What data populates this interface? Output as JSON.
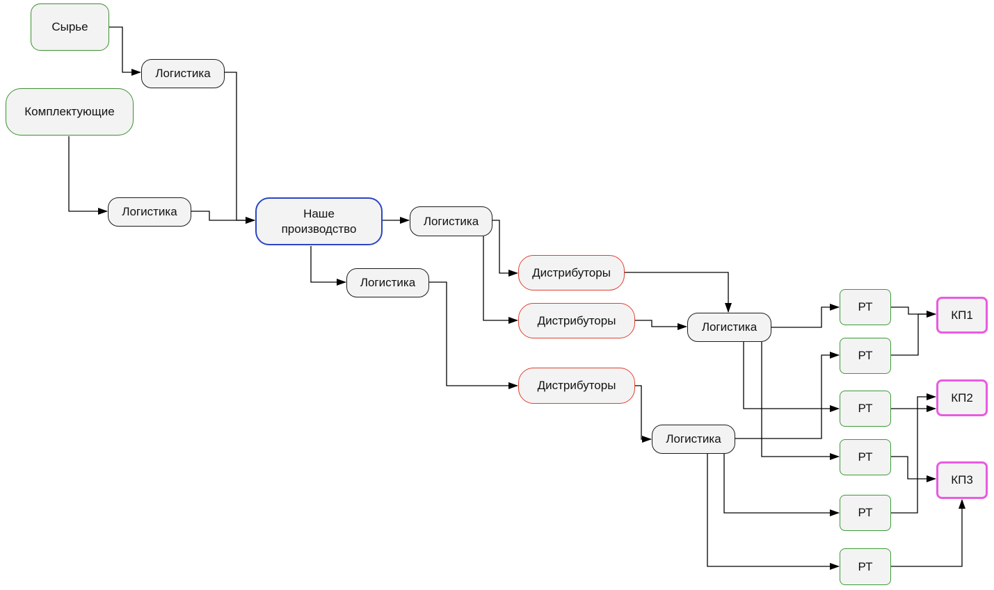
{
  "nodes": {
    "raw": "Сырье",
    "components": "Комплектующие",
    "log_raw": "Логистика",
    "log_comp": "Логистика",
    "production": "Наше\nпроизводство",
    "log_main": "Логистика",
    "log_dist": "Логистика",
    "dist1": "Дистрибуторы",
    "dist2": "Дистрибуторы",
    "dist3": "Дистрибуторы",
    "log_hub1": "Логистика",
    "log_hub2": "Логистика",
    "rt1": "РТ",
    "rt2": "РТ",
    "rt3": "РТ",
    "rt4": "РТ",
    "rt5": "РТ",
    "rt6": "РТ",
    "kp1": "КП1",
    "kp2": "КП2",
    "kp3": "КП3"
  },
  "colors": {
    "source_border": "#3b8f2e",
    "logistics_border": "#1a1a1a",
    "production_border": "#2846c4",
    "distributor_border": "#e04030",
    "retail_border": "#3b9a36",
    "kp_border": "#e85be0",
    "node_fill": "#f3f3f3",
    "connector": "#000000"
  }
}
